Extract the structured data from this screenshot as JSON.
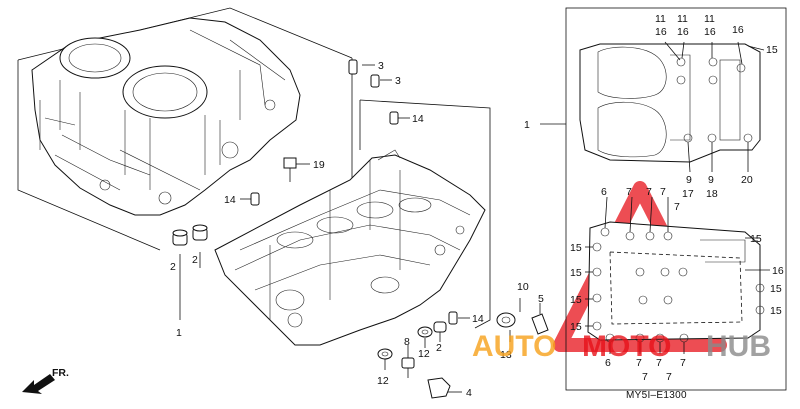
{
  "callouts": {
    "upper": [
      "3",
      "3",
      "14",
      "19",
      "14",
      "2",
      "2",
      "1"
    ],
    "lower": [
      "10",
      "5",
      "13",
      "14",
      "8",
      "12",
      "2",
      "12",
      "4"
    ],
    "right_top": [
      "11",
      "16",
      "11",
      "16",
      "11",
      "16",
      "16",
      "15",
      "1",
      "9",
      "9",
      "18",
      "20"
    ],
    "right_bottom": [
      "6",
      "7",
      "7",
      "17",
      "7",
      "7",
      "15",
      "15",
      "15",
      "16",
      "15",
      "15",
      "15",
      "6",
      "7",
      "7",
      "7",
      "7",
      "7",
      "15"
    ]
  },
  "direction_label": "FR.",
  "diagram_code": "MY5I–E1300",
  "watermark": {
    "text_left": "AUTO",
    "text_mid": "MOTO",
    "text_right": "HUB",
    "colors": {
      "red": "#e8121a",
      "orange": "#f7a11a",
      "gray": "#8a8a8a"
    }
  }
}
